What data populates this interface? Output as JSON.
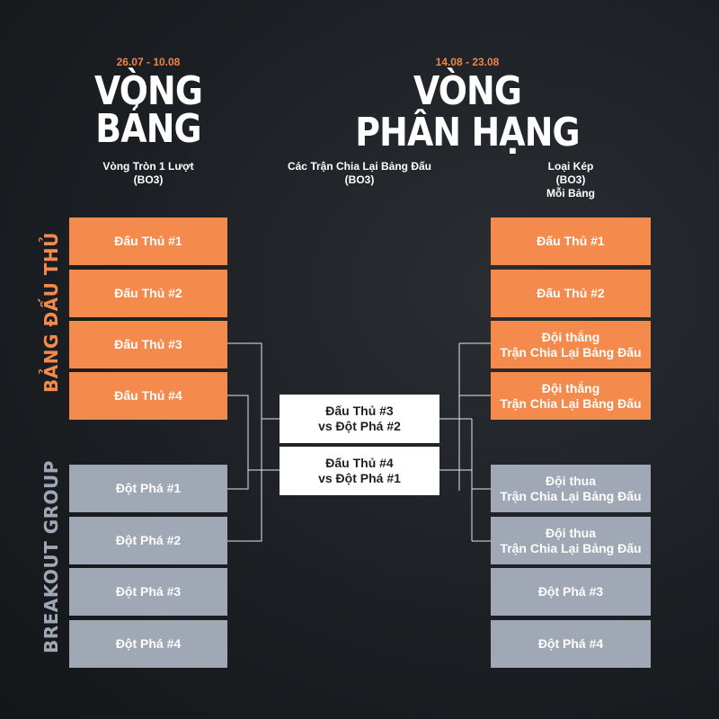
{
  "group_stage": {
    "date": "26.07 - 10.08",
    "title_line1": "VÒNG",
    "title_line2": "BẢNG",
    "format_line1": "Vòng Tròn 1 Lượt",
    "format_line2": "(BO3)"
  },
  "placement_stage": {
    "date": "14.08 - 23.08",
    "title_line1": "VÒNG",
    "title_line2": "PHÂN HẠNG",
    "reseed_line1": "Các Trận Chia Lại Bảng Đấu",
    "reseed_line2": "(BO3)",
    "format_line1": "Loại Kép",
    "format_line2": "(BO3)",
    "format_line3": "Mỗi Bảng"
  },
  "side_labels": {
    "upper": "BẢNG ĐẤU THỦ",
    "lower": "BREAKOUT GROUP"
  },
  "left_boxes": [
    "Đấu Thủ #1",
    "Đấu Thủ #2",
    "Đấu Thủ #3",
    "Đấu Thủ #4",
    "Đột Phá #1",
    "Đột Phá #2",
    "Đột Phá #3",
    "Đột Phá #4"
  ],
  "matches": [
    {
      "line1": "Đấu Thủ #3",
      "line2": "vs Đột Phá #2"
    },
    {
      "line1": "Đấu Thủ #4",
      "line2": "vs Đột Phá #1"
    }
  ],
  "right_boxes": [
    {
      "line1": "Đấu Thủ #1",
      "line2": ""
    },
    {
      "line1": "Đấu Thủ #2",
      "line2": ""
    },
    {
      "line1": "Đội thắng",
      "line2": "Trận Chia Lại Bảng Đấu"
    },
    {
      "line1": "Đội thắng",
      "line2": "Trận Chia Lại Bảng Đấu"
    },
    {
      "line1": "Đội thua",
      "line2": "Trận Chia Lại Bảng Đấu"
    },
    {
      "line1": "Đội thua",
      "line2": "Trận Chia Lại Bảng Đấu"
    },
    {
      "line1": "Đột Phá #3",
      "line2": ""
    },
    {
      "line1": "Đột Phá #4",
      "line2": ""
    }
  ],
  "colors": {
    "accent_orange": "#f48a4c",
    "breakout_grey": "#a0a8b6",
    "date_orange": "#f0844a"
  }
}
